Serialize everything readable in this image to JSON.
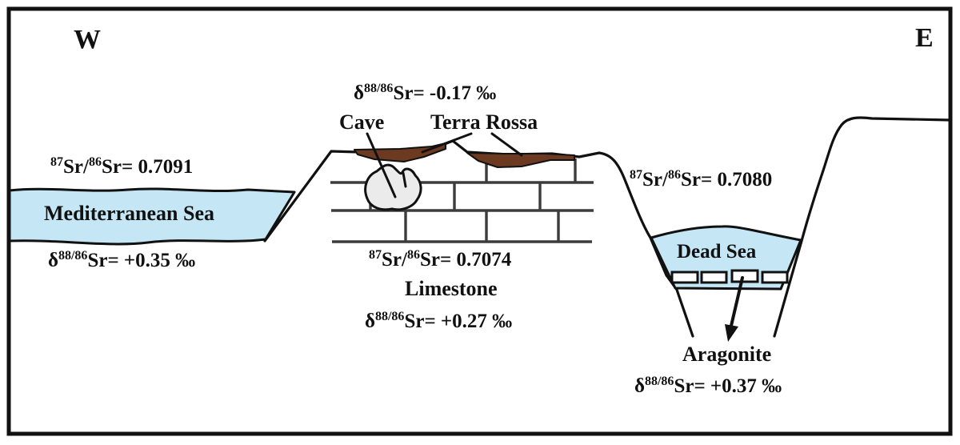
{
  "compass": {
    "west": "W",
    "east": "E"
  },
  "colors": {
    "sea": "#c5e6f4",
    "terra_rossa": "#6b3a21",
    "cave_fill": "#ebebeb",
    "outline": "#111111",
    "brick_line": "#3c3c3c",
    "background": "#ffffff"
  },
  "mediterranean_sea": {
    "name": "Mediterranean Sea",
    "sr_ratio": {
      "sup1": "87",
      "mid": "Sr/",
      "sup2": "86",
      "rest": "Sr= 0.7091"
    },
    "delta": {
      "base": "δ",
      "sup": "88/86",
      "rest": "Sr= +0.35 ‰"
    }
  },
  "limestone_platform": {
    "surface_delta": {
      "base": "δ",
      "sup": "88/86",
      "rest": "Sr= -0.17 ‰"
    },
    "cave_label": "Cave",
    "terra_rossa_label": "Terra Rossa",
    "sr_ratio": {
      "sup1": "87",
      "mid": "Sr/",
      "sup2": "86",
      "rest": "Sr= 0.7074"
    },
    "limestone_label": "Limestone",
    "delta": {
      "base": "δ",
      "sup": "88/86",
      "rest": "Sr= +0.27 ‰"
    }
  },
  "dead_sea": {
    "name": "Dead Sea",
    "sr_ratio": {
      "sup1": "87",
      "mid": "Sr/",
      "sup2": "86",
      "rest": "Sr= 0.7080"
    },
    "aragonite_label": "Aragonite",
    "delta": {
      "base": "δ",
      "sup": "88/86",
      "rest": "Sr= +0.37 ‰"
    }
  }
}
